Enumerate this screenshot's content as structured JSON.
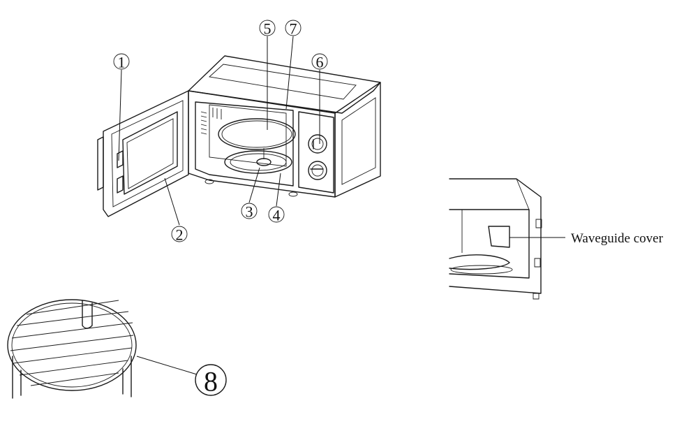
{
  "callouts": [
    {
      "id": "c1",
      "number": "1"
    },
    {
      "id": "c2",
      "number": "2"
    },
    {
      "id": "c3",
      "number": "3"
    },
    {
      "id": "c4",
      "number": "4"
    },
    {
      "id": "c5",
      "number": "5"
    },
    {
      "id": "c6",
      "number": "6"
    },
    {
      "id": "c7",
      "number": "7"
    },
    {
      "id": "c8",
      "number": "8"
    }
  ],
  "waveguide_label": "Waveguide cover"
}
